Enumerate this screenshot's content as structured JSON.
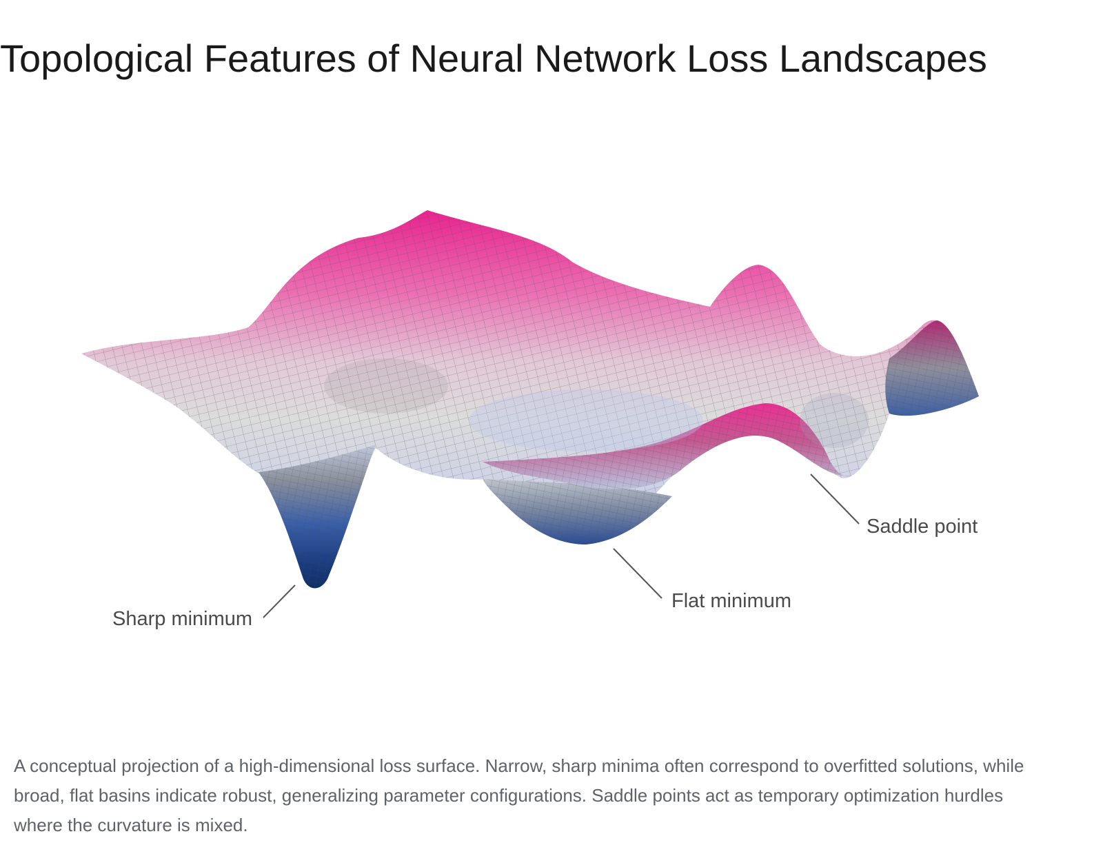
{
  "title": "Topological Features of Neural Network Loss Landscapes",
  "annotations": {
    "sharp_minimum": "Sharp minimum",
    "flat_minimum": "Flat minimum",
    "saddle_point": "Saddle point"
  },
  "caption": "A conceptual projection of a high-dimensional loss surface. Narrow, sharp minima often correspond to overfitted solutions, while broad, flat basins indicate robust, generalizing parameter configurations. Saddle points act as temporary optimization hurdles where the curvature is mixed.",
  "colors": {
    "high_loss": "#e8248f",
    "mid_loss": "#dcdcdc",
    "low_loss": "#b9c6ee",
    "deep_minimum": "#0f2f66",
    "grid_line": "#555555"
  }
}
